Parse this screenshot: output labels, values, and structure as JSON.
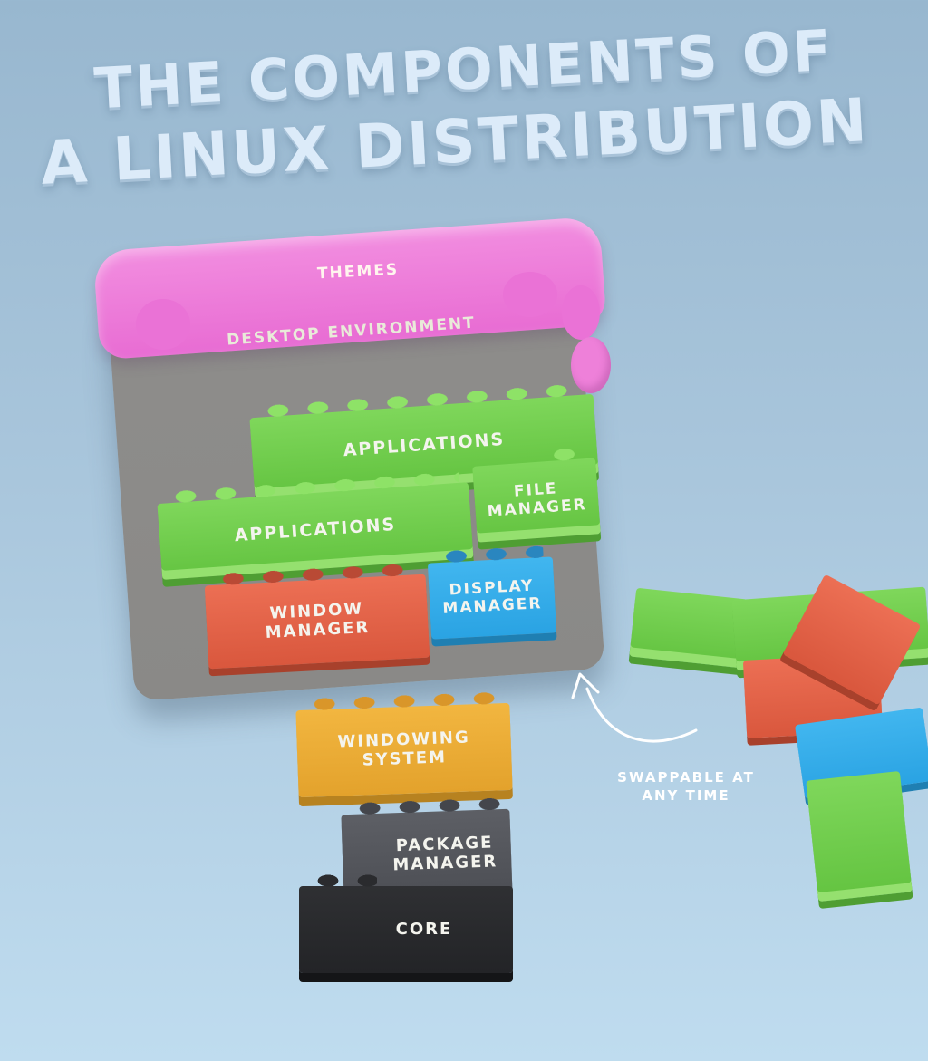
{
  "title": {
    "line1": "THE COMPONENTS OF",
    "line2": "A LINUX DISTRIBUTION"
  },
  "layers": {
    "themes": "THEMES",
    "desktop_environment": "DESKTOP ENVIRONMENT",
    "applications_top": "APPLICATIONS",
    "applications_left": "APPLICATIONS",
    "file_manager": "FILE MANAGER",
    "window_manager": "WINDOW MANAGER",
    "display_manager": "DISPLAY MANAGER",
    "windowing_system": "WINDOWING SYSTEM",
    "package_manager": "PACKAGE MANAGER",
    "core": "CORE"
  },
  "annotation": {
    "text": "SWAPPABLE AT ANY TIME"
  },
  "colors": {
    "themes": "#ea72d6",
    "desktop_environment": "#8c8b89",
    "applications": "#6ccb48",
    "window_manager": "#e4624a",
    "display_manager": "#34ade9",
    "windowing_system": "#ebac36",
    "package_manager": "#55575d",
    "core": "#2a2b2e"
  }
}
